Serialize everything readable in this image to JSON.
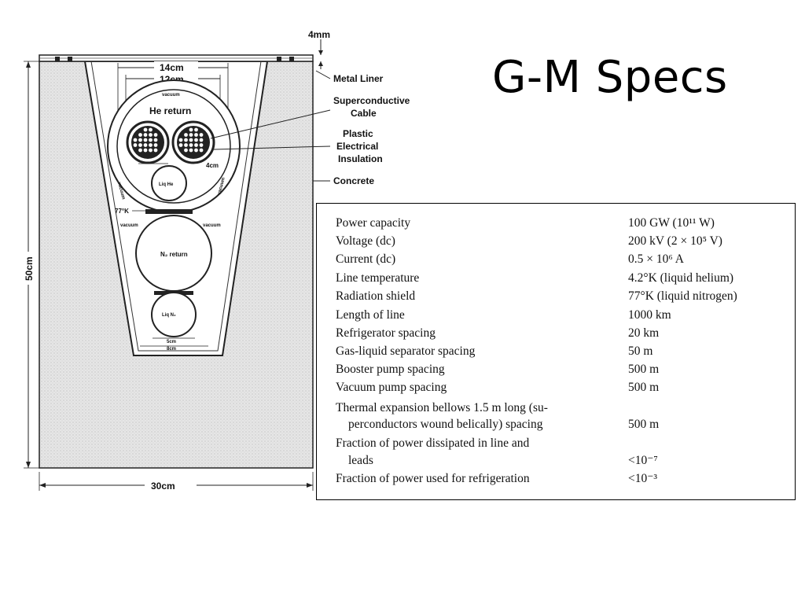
{
  "slide": {
    "title": "G-M Specs"
  },
  "diagram": {
    "dim_4mm": "4mm",
    "dim_14cm": "14cm",
    "dim_12cm": "12cm",
    "dim_50cm": "50cm",
    "dim_30cm": "30cm",
    "dim_4cm": "4cm",
    "dim_5cm": "5cm",
    "dim_8cm": "8cm",
    "label_metal_liner": "Metal Liner",
    "label_superconductive_1": "Superconductive",
    "label_superconductive_2": "Cable",
    "label_plastic_1": "Plastic",
    "label_plastic_2": "Electrical",
    "label_plastic_3": "Insulation",
    "label_concrete": "Concrete",
    "label_he_return": "He return",
    "label_vacuum": "vacuum",
    "label_liq_he": "Liq He",
    "label_n2_return": "N₂ return",
    "label_liq_n2": "Liq N₂",
    "label_77k": "77°K"
  },
  "specs": [
    {
      "label": "Power capacity",
      "value": "100 GW (10¹¹ W)"
    },
    {
      "label": "Voltage (dc)",
      "value": "200 kV (2 × 10⁵ V)"
    },
    {
      "label": "Current (dc)",
      "value": "0.5 × 10⁶ A"
    },
    {
      "label": "Line temperature",
      "value": "4.2°K (liquid helium)"
    },
    {
      "label": "Radiation shield",
      "value": "77°K (liquid nitrogen)"
    },
    {
      "label": "Length of line",
      "value": "1000 km"
    },
    {
      "label": "Refrigerator spacing",
      "value": "20 km"
    },
    {
      "label": "Gas-liquid separator spacing",
      "value": "50 m"
    },
    {
      "label": "Booster pump spacing",
      "value": "500 m"
    },
    {
      "label": "Vacuum pump spacing",
      "value": "500 m"
    },
    {
      "label": "Thermal expansion bellows 1.5 m long (su-",
      "value": ""
    },
    {
      "label": "perconductors wound belically) spacing",
      "value": "500 m"
    },
    {
      "label": "Fraction of power dissipated in line and",
      "value": ""
    },
    {
      "label": "leads",
      "value": "<10⁻⁷"
    },
    {
      "label": "Fraction of power used for refrigeration",
      "value": "<10⁻³"
    }
  ]
}
